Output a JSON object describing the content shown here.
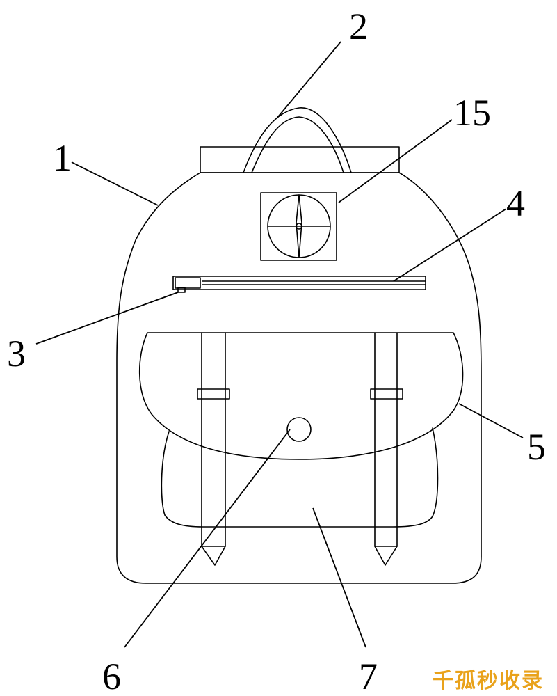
{
  "labels": {
    "l1": "1",
    "l2": "2",
    "l3": "3",
    "l4": "4",
    "l5": "5",
    "l6": "6",
    "l7": "7",
    "l15": "15"
  },
  "watermark": {
    "text": "千孤秒收录",
    "color": "#e9a21b"
  }
}
